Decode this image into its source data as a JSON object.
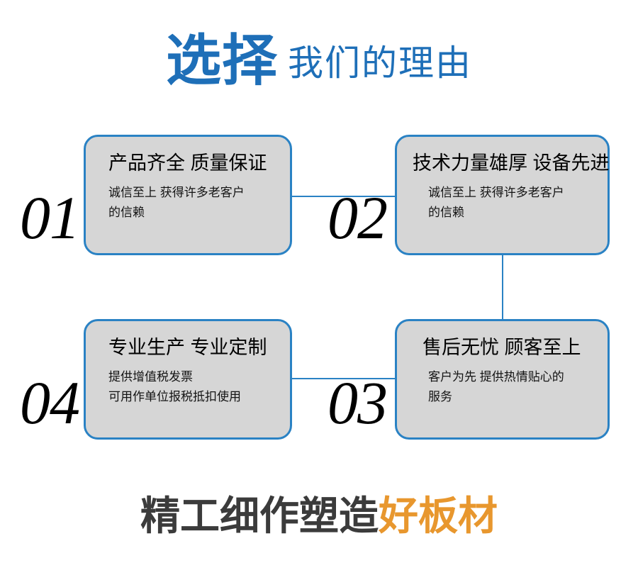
{
  "header": {
    "strong_text": "选择",
    "light_text": "我们的理由",
    "color": "#1e6fb8"
  },
  "theme": {
    "accent_blue": "#2a82c4",
    "title_blue": "#1e6fb8",
    "card_fill": "#d6d6d6",
    "accent_orange": "#e8972e",
    "footer_dark": "#3b3b3b",
    "background": "#ffffff"
  },
  "cards": [
    {
      "index": "01",
      "title": "产品齐全 质量保证",
      "body_lines": [
        "诚信至上 获得许多老客户",
        "的信赖"
      ]
    },
    {
      "index": "02",
      "title": "技术力量雄厚 设备先进",
      "body_lines": [
        "诚信至上 获得许多老客户",
        "的信赖"
      ]
    },
    {
      "index": "03",
      "title": "售后无忧 顾客至上",
      "body_lines": [
        "客户为先 提供热情贴心的",
        "服务"
      ]
    },
    {
      "index": "04",
      "title": "专业生产 专业定制",
      "body_lines": [
        "提供增值税发票",
        "可用作单位报税抵扣使用"
      ]
    }
  ],
  "footer": {
    "dark_text": "精工细作塑造",
    "accent_text": "好板材"
  }
}
